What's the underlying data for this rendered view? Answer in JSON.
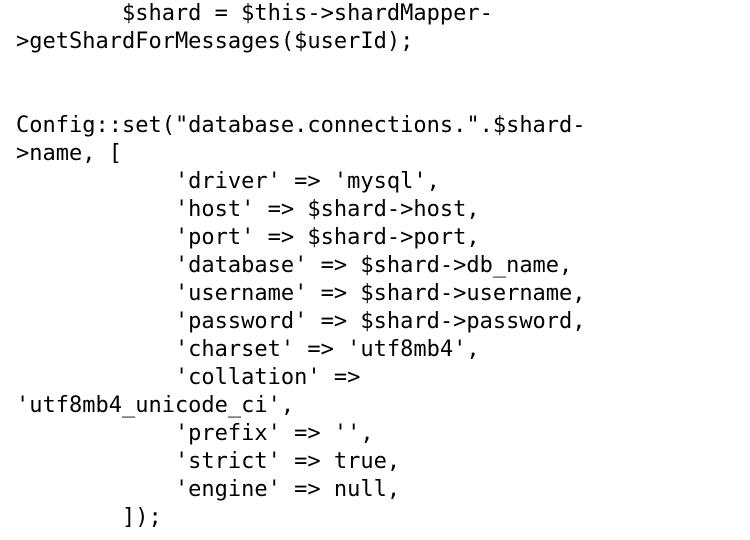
{
  "code": {
    "lines": [
      "        $shard = $this->shardMapper-",
      ">getShardForMessages($userId);",
      "",
      "",
      "Config::set(\"database.connections.\".$shard-",
      ">name, [",
      "            'driver' => 'mysql',",
      "            'host' => $shard->host,",
      "            'port' => $shard->port,",
      "            'database' => $shard->db_name,",
      "            'username' => $shard->username,",
      "            'password' => $shard->password,",
      "            'charset' => 'utf8mb4',",
      "            'collation' =>",
      "'utf8mb4_unicode_ci',",
      "            'prefix' => '',",
      "            'strict' => true,",
      "            'engine' => null,",
      "        ]);"
    ]
  }
}
